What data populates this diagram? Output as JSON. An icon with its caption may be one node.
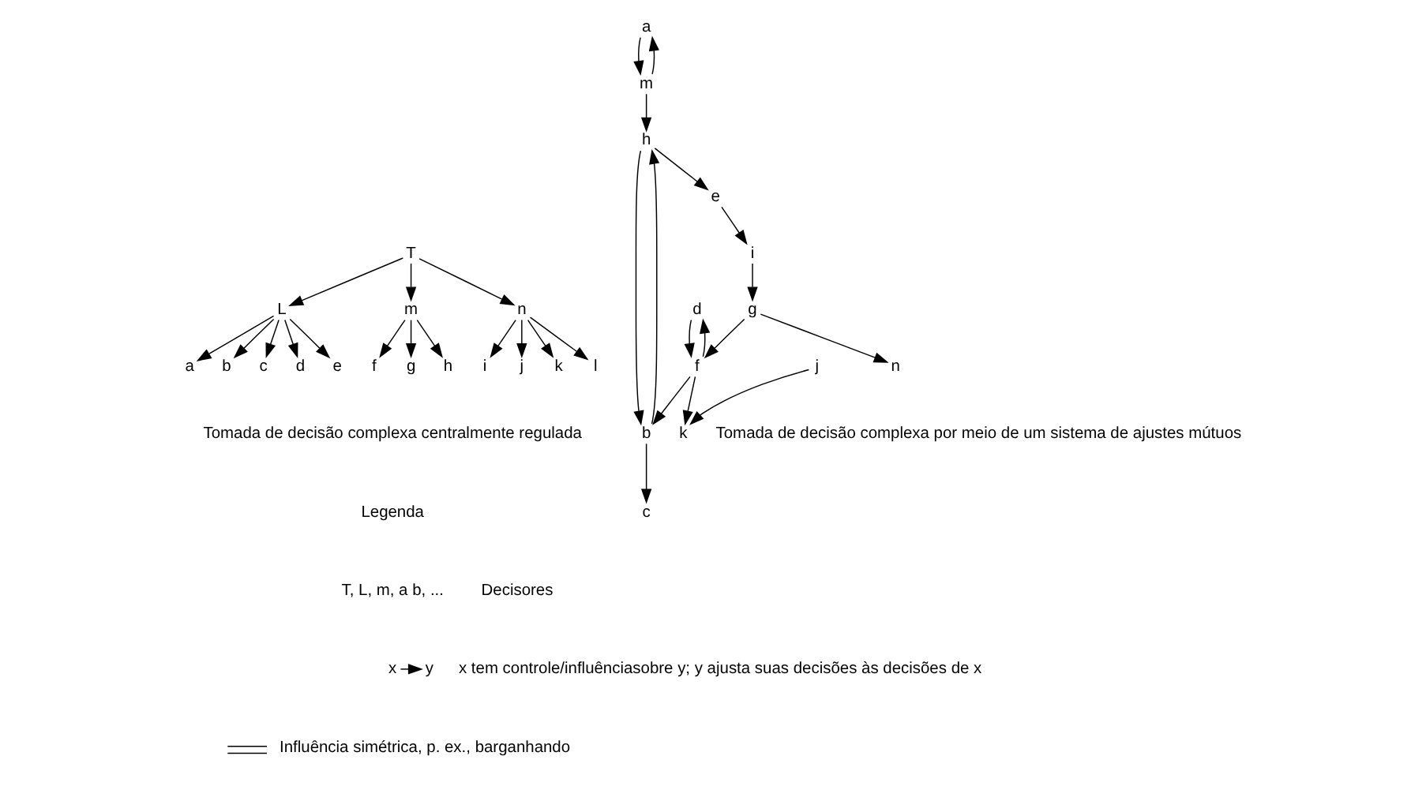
{
  "diagram": {
    "nodes": [
      {
        "text": [
          "T"
        ]
      },
      {
        "text": [
          "L"
        ]
      },
      {
        "text": [
          "m"
        ]
      },
      {
        "text": [
          "n"
        ]
      },
      {
        "text": [
          "a"
        ]
      },
      {
        "text": [
          "b"
        ]
      },
      {
        "text": [
          "c"
        ]
      },
      {
        "text": [
          "d"
        ]
      },
      {
        "text": [
          "e"
        ]
      },
      {
        "text": [
          "f"
        ]
      },
      {
        "text": [
          "g"
        ]
      },
      {
        "text": [
          "h"
        ]
      },
      {
        "text": [
          "i"
        ]
      },
      {
        "text": [
          "j"
        ]
      },
      {
        "text": [
          "k"
        ]
      },
      {
        "text": [
          "l"
        ]
      },
      {
        "text": [
          "a"
        ]
      },
      {
        "text": [
          "c"
        ]
      },
      {
        "text": [
          "d"
        ]
      },
      {
        "text": [
          "m"
        ]
      },
      {
        "text": [
          "b"
        ]
      },
      {
        "text": [
          "f"
        ]
      },
      {
        "text": [
          "h"
        ]
      },
      {
        "text": [
          "e"
        ]
      },
      {
        "text": [
          "g"
        ]
      },
      {
        "text": [
          "k"
        ]
      },
      {
        "text": [
          "i"
        ]
      },
      {
        "text": [
          "n"
        ]
      },
      {
        "text": [
          "j"
        ]
      },
      {
        "text": [
          "x"
        ]
      },
      {
        "text": [
          "y"
        ]
      }
    ],
    "edges": [
      {
        "from": 0,
        "to": 1,
        "arrow": "to"
      },
      {
        "from": 0,
        "to": 2,
        "arrow": "to"
      },
      {
        "from": 0,
        "to": 3,
        "arrow": "to"
      },
      {
        "from": 1,
        "to": 4,
        "arrow": "to"
      },
      {
        "from": 1,
        "to": 5,
        "arrow": "to"
      },
      {
        "from": 1,
        "to": 6,
        "arrow": "to"
      },
      {
        "from": 1,
        "to": 7,
        "arrow": "to"
      },
      {
        "from": 1,
        "to": 8,
        "arrow": "to"
      },
      {
        "from": 2,
        "to": 9,
        "arrow": "to"
      },
      {
        "from": 2,
        "to": 10,
        "arrow": "to"
      },
      {
        "from": 2,
        "to": 11,
        "arrow": "to"
      },
      {
        "from": 3,
        "to": 12,
        "arrow": "to"
      },
      {
        "from": 3,
        "to": 13,
        "arrow": "to"
      },
      {
        "from": 3,
        "to": 14,
        "arrow": "to"
      },
      {
        "from": 3,
        "to": 15,
        "arrow": "to"
      },
      {
        "from": 19,
        "to": 16,
        "arrow": "to"
      },
      {
        "from": 16,
        "to": 19,
        "arrow": "to"
      },
      {
        "from": 19,
        "to": 22,
        "arrow": "to"
      },
      {
        "from": 20,
        "to": 17,
        "arrow": "to"
      },
      {
        "from": 21,
        "to": 18,
        "arrow": "to"
      },
      {
        "from": 18,
        "to": 21,
        "arrow": "to"
      },
      {
        "from": 21,
        "to": 20,
        "arrow": "to"
      },
      {
        "from": 22,
        "to": 20,
        "arrow": "to"
      },
      {
        "from": 20,
        "to": 22,
        "arrow": "to"
      },
      {
        "from": 22,
        "to": 23,
        "arrow": "to"
      },
      {
        "from": 23,
        "to": 26,
        "arrow": "to"
      },
      {
        "from": 26,
        "to": 24,
        "arrow": "to"
      },
      {
        "from": 24,
        "to": 21,
        "arrow": "to"
      },
      {
        "from": 24,
        "to": 27,
        "arrow": "to"
      },
      {
        "from": 21,
        "to": 25,
        "arrow": "to"
      },
      {
        "from": 28,
        "to": 25,
        "arrow": "to"
      },
      {
        "from": 29,
        "to": 30,
        "arrow": "to"
      }
    ],
    "labels": [
      "Tomada de decisão complexa centralmente regulada",
      "Tomada de decisão complexa por meio de um sistema de ajustes mútuos",
      "Legenda",
      "T, L, m, a b, ...",
      "Decisores",
      "x tem controle/influênciasobre y; y ajusta suas decisões às decisões de x"
    ],
    "legend": [
      {
        "text": "Influência simétrica, p. ex., barganhando"
      }
    ]
  }
}
